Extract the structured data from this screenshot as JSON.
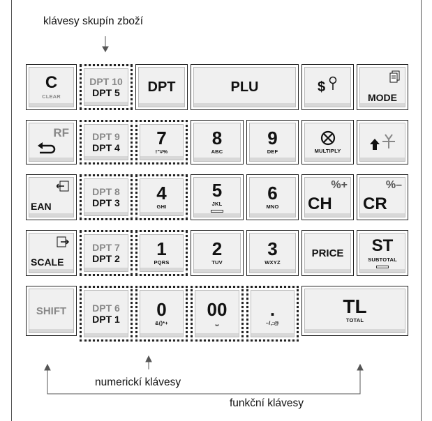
{
  "labels": {
    "group_keys": "klávesy skupín zboží",
    "numeric_keys": "numerickí klávesy",
    "function_keys": "funkční klávesy"
  },
  "keys": {
    "c": {
      "main": "C",
      "sub": "CLEAR"
    },
    "dpt10_5": {
      "top": "DPT 10",
      "bottom": "DPT 5"
    },
    "dpt": {
      "main": "DPT"
    },
    "plu": {
      "main": "PLU"
    },
    "dollar": {
      "main": "$"
    },
    "mode": {
      "main": "MODE"
    },
    "rf": {
      "main": "RF"
    },
    "dpt9_4": {
      "top": "DPT 9",
      "bottom": "DPT 4"
    },
    "k7": {
      "main": "7",
      "sub": "!\"#%"
    },
    "k8": {
      "main": "8",
      "sub": "ABC"
    },
    "k9": {
      "main": "9",
      "sub": "DEF"
    },
    "multiply": {
      "sub": "MULTIPLY"
    },
    "ean": {
      "main": "EAN"
    },
    "dpt8_3": {
      "top": "DPT 8",
      "bottom": "DPT 3"
    },
    "k4": {
      "main": "4",
      "sub": "GHI"
    },
    "k5": {
      "main": "5",
      "sub": "JKL"
    },
    "k6": {
      "main": "6",
      "sub": "MNO"
    },
    "ch": {
      "main": "CH",
      "sup": "%+"
    },
    "cr": {
      "main": "CR",
      "sup": "%–"
    },
    "scale": {
      "main": "SCALE"
    },
    "dpt7_2": {
      "top": "DPT 7",
      "bottom": "DPT 2"
    },
    "k1": {
      "main": "1",
      "sub": "PQRS"
    },
    "k2": {
      "main": "2",
      "sub": "TUV"
    },
    "k3": {
      "main": "3",
      "sub": "WXYZ"
    },
    "price": {
      "main": "PRICE"
    },
    "st": {
      "main": "ST",
      "sub": "SUBTOTAL"
    },
    "shift": {
      "main": "SHIFT"
    },
    "dpt6_1": {
      "top": "DPT 6",
      "bottom": "DPT 1"
    },
    "k0": {
      "main": "0",
      "sub": "&()*+"
    },
    "k00": {
      "main": "00",
      "sub": "␣"
    },
    "dot": {
      "main": ".",
      "sub": "–/,:@"
    },
    "tl": {
      "main": "TL",
      "sub": "TOTAL"
    }
  },
  "colors": {
    "dept_text": "#888888",
    "key_face": "#f0f0f0",
    "border": "#222222"
  }
}
